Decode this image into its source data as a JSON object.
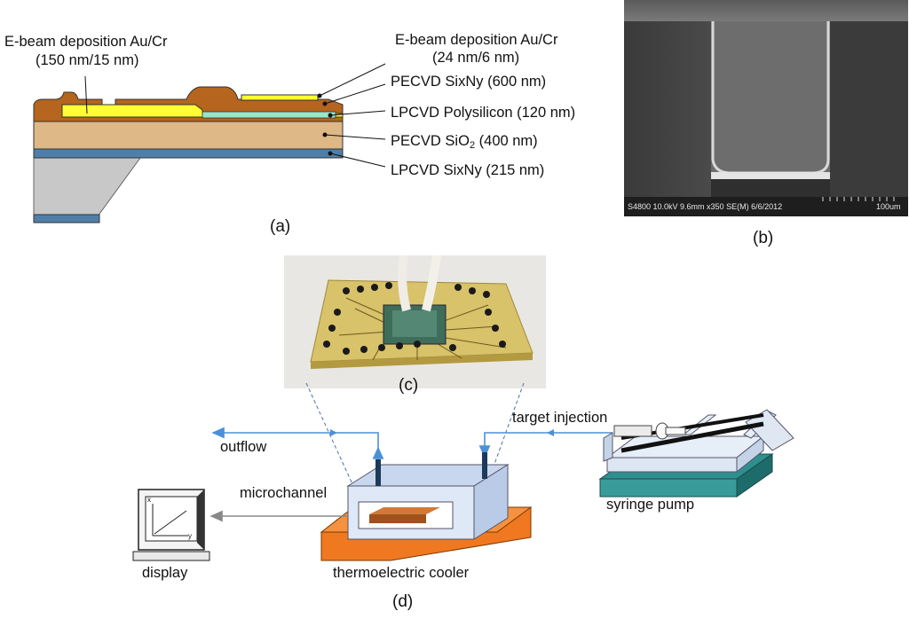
{
  "panel_a": {
    "caption": "(a)",
    "left_label_line1": "E-beam deposition Au/Cr",
    "left_label_line2": "(150 nm/15 nm)",
    "layers": [
      {
        "line1": "E-beam deposition Au/Cr",
        "line2": "(24 nm/6 nm)"
      },
      {
        "text": "PECVD SixNy (600 nm)"
      },
      {
        "text": "LPCVD Polysilicon (120 nm)"
      },
      {
        "pre": "PECVD SiO",
        "sub": "2",
        "post": " (400 nm)"
      },
      {
        "text": "LPCVD SixNy (215 nm)"
      }
    ]
  },
  "panel_b": {
    "caption": "(b)",
    "sem_info": "S4800 10.0kV 9.6mm x350 SE(M) 6/6/2012",
    "scale_bar": "100um"
  },
  "panel_c": {
    "caption": "(c)"
  },
  "panel_d": {
    "caption": "(d)",
    "outflow": "outflow",
    "target_injection": "target injection",
    "microchannel": "microchannel",
    "syringe_pump": "syringe pump",
    "display": "display",
    "thermoelectric_cooler": "thermoelectric cooler",
    "axis_x": "x",
    "axis_y": "y"
  },
  "colors": {
    "au_brown": "#b5651d",
    "au_thin_yellow": "#ffff33",
    "polysilicon_green": "#99e6c8",
    "sio2_tan": "#deb887",
    "sixny_blue": "#4f7fa8",
    "substrate_gray": "#c8c8c8",
    "flow_blue": "#4a90d9",
    "cooler_orange": "#f07820",
    "pump_teal": "#2f8f8f"
  }
}
